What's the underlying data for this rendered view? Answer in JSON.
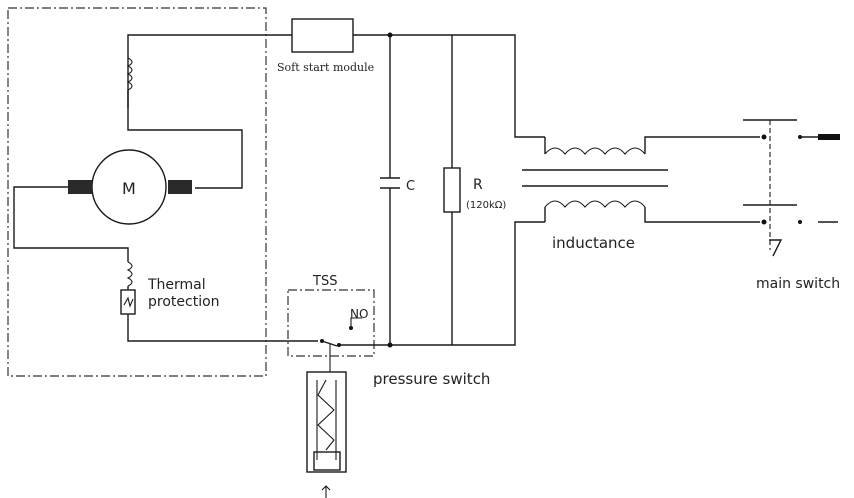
{
  "labels": {
    "soft_start": "Soft start module",
    "motor": "M",
    "thermal_1": "Thermal",
    "thermal_2": "protection",
    "tss": "TSS",
    "no": "NO",
    "capacitor": "C",
    "resistor": "R",
    "resistor_value": "(120kΩ)",
    "inductance": "inductance",
    "main_switch": "main switch",
    "pressure_switch": "pressure switch"
  }
}
